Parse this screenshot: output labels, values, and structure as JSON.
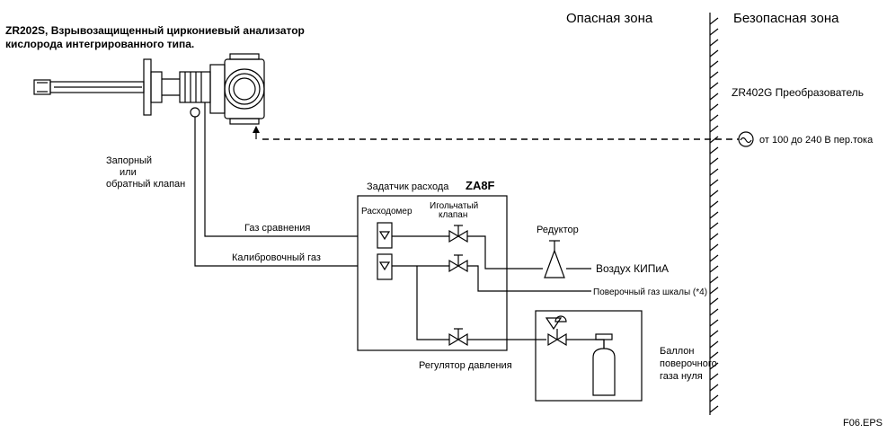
{
  "title": {
    "line1": "ZR202S, Взрывозащищенный циркониевый анализатор",
    "line2": "кислорода интегрированного  типа."
  },
  "zones": {
    "hazardous": "Опасная зона",
    "safe": "Безопасная зона"
  },
  "labels": {
    "converter": "ZR402G Преобразователь",
    "power": "от 100 до 240 В пер.тока",
    "valve": [
      "Запорный",
      "или",
      "обратный клапан"
    ],
    "flow_setter": "Задатчик расхода",
    "flow_setter_model": "ZA8F",
    "flowmeter": "Расходомер",
    "needle_valve": [
      "Игольчатый",
      "клапан"
    ],
    "reducer": "Редуктор",
    "ref_gas": "Газ сравнения",
    "cal_gas": "Калибровочный газ",
    "instrument_air": "Воздух КИПиА",
    "span_gas": "Поверочный газ шкалы (*4)",
    "pressure_regulator": "Регулятор давления",
    "cylinder": [
      "Баллон",
      "поверочного",
      "газа нуля"
    ],
    "figure_id": "F06.EPS"
  },
  "colors": {
    "line": "#000000",
    "background": "#ffffff"
  }
}
